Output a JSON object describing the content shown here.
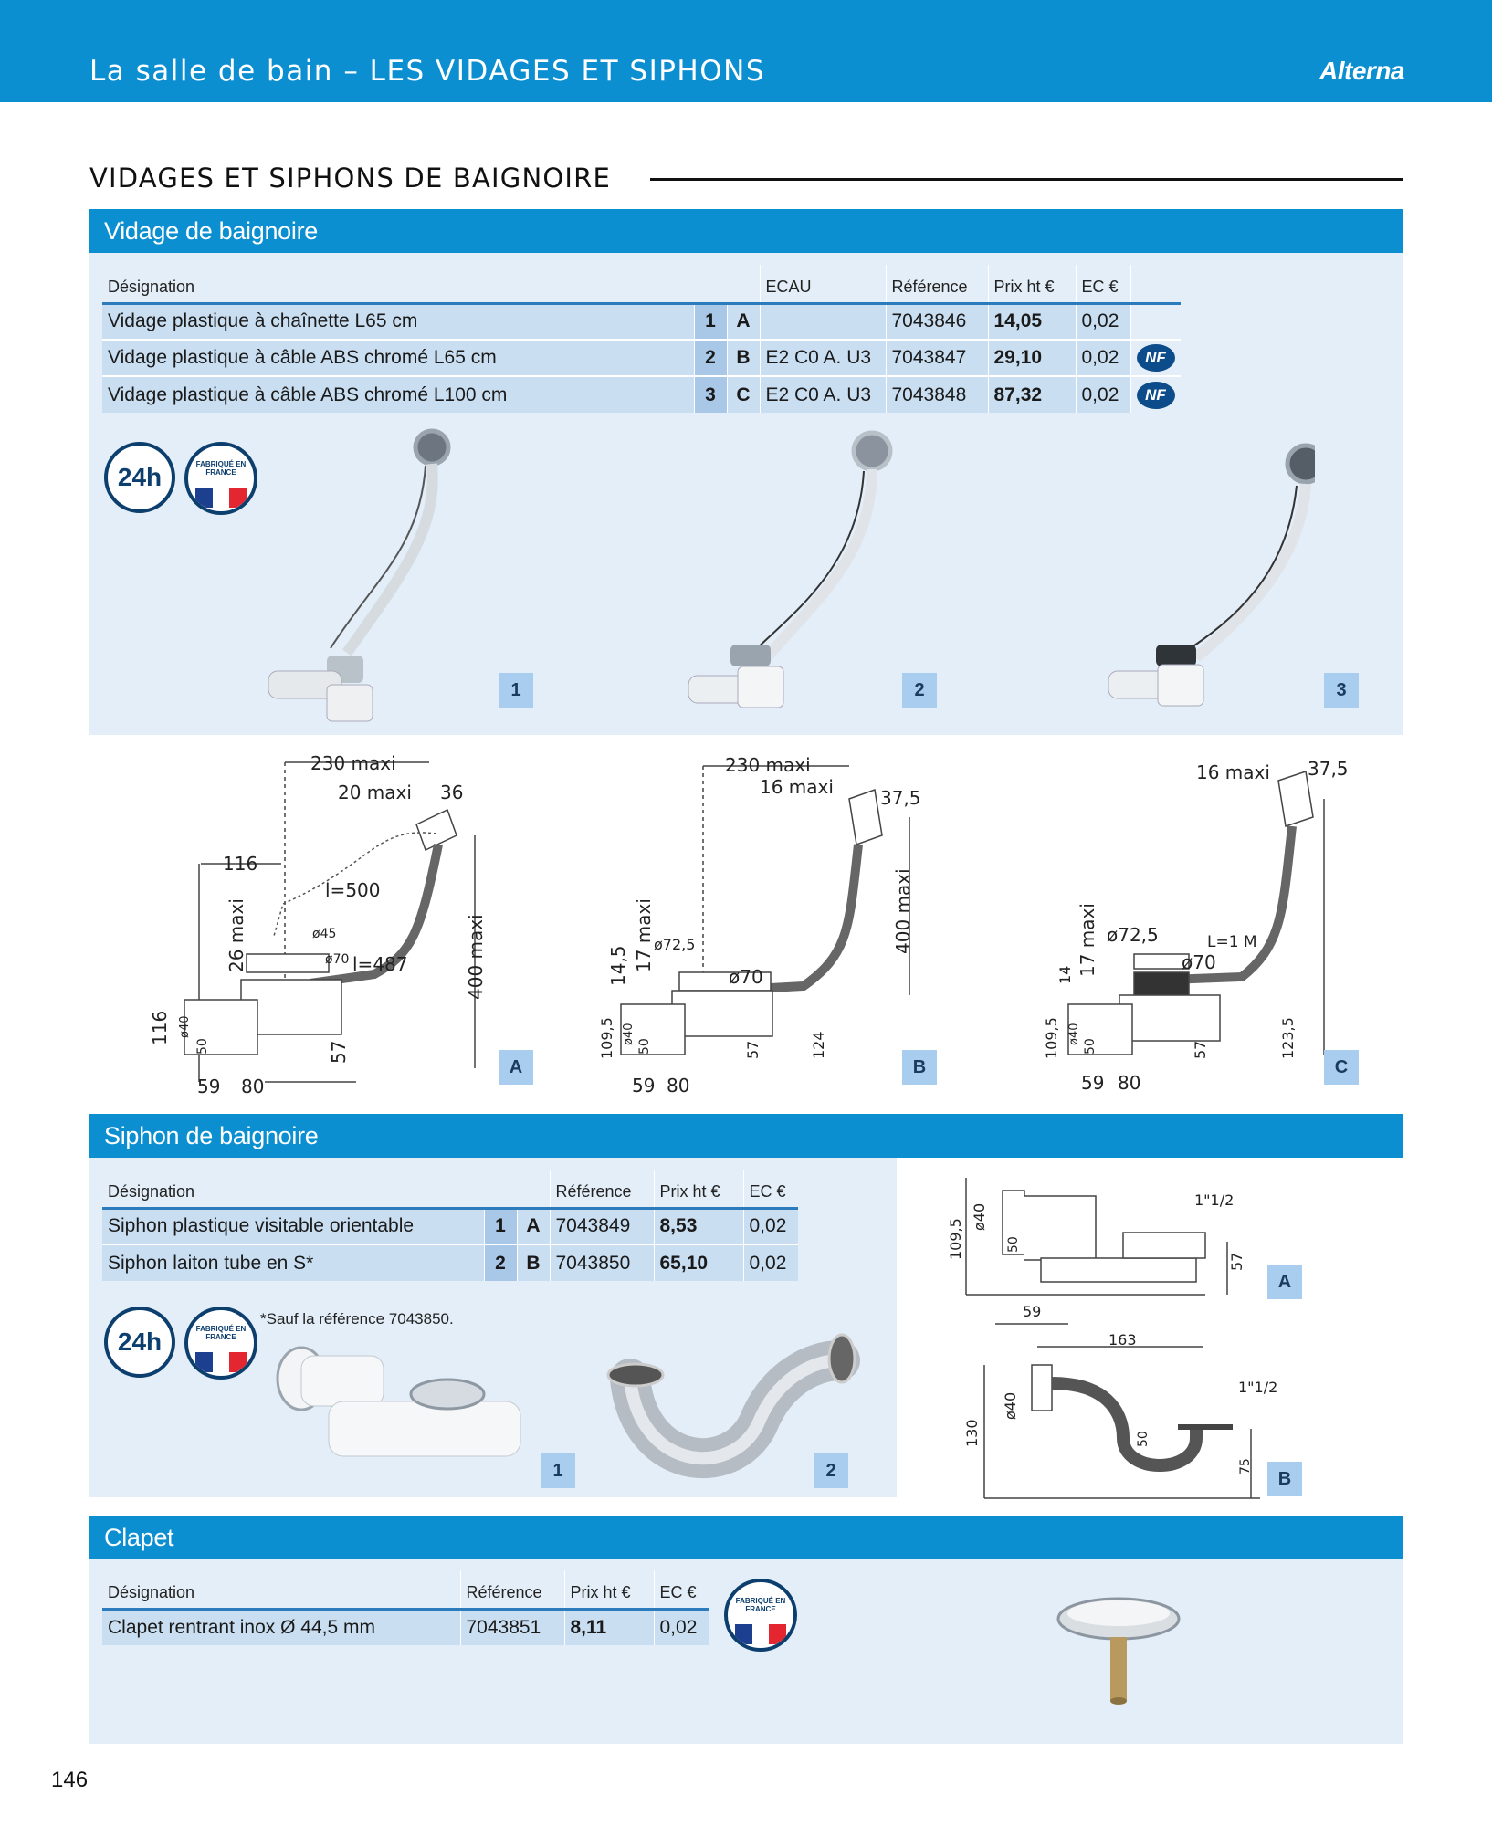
{
  "header": {
    "title": "La salle de bain – LES VIDAGES ET SIPHONS",
    "brand": "Alterna"
  },
  "section_title": "VIDAGES ET SIPHONS DE BAIGNOIRE",
  "vidage": {
    "band": "Vidage de baignoire",
    "headers": {
      "designation": "Désignation",
      "ecau": "ECAU",
      "reference": "Référence",
      "prix": "Prix ht €",
      "ec": "EC €"
    },
    "rows": [
      {
        "designation": "Vidage plastique à chaînette L65 cm",
        "num": "1",
        "letter": "A",
        "ecau": "",
        "reference": "7043846",
        "prix": "14,05",
        "ec": "0,02",
        "nf": ""
      },
      {
        "designation": "Vidage plastique à câble ABS chromé L65 cm",
        "num": "2",
        "letter": "B",
        "ecau": "E2 C0 A. U3",
        "reference": "7043847",
        "prix": "29,10",
        "ec": "0,02",
        "nf": "NF"
      },
      {
        "designation": "Vidage plastique à câble ABS chromé L100 cm",
        "num": "3",
        "letter": "C",
        "ecau": "E2 C0 A. U3",
        "reference": "7043848",
        "prix": "87,32",
        "ec": "0,02",
        "nf": "NF"
      }
    ],
    "badge_24h": "24h",
    "badge_france": "FABRIQUÉ EN FRANCE",
    "photo_tags": [
      "1",
      "2",
      "3"
    ],
    "diagram_tags": [
      "A",
      "B",
      "C"
    ],
    "diagram_a": {
      "d1": "230 maxi",
      "d2": "20 maxi",
      "d3": "36",
      "d4": "116",
      "d5": "l=500",
      "d6": "26 maxi",
      "d7": "ø45",
      "d8": "ø70",
      "d9": "l=487",
      "d10": "400 maxi",
      "d11": "116",
      "d12": "ø40",
      "d13": "50",
      "d14": "57",
      "d15": "59",
      "d16": "80"
    },
    "diagram_b": {
      "d1": "230 maxi",
      "d2": "16 maxi",
      "d3": "37,5",
      "d4": "400 maxi",
      "d5": "17 maxi",
      "d6": "14,5",
      "d7": "ø72,5",
      "d8": "ø70",
      "d9": "109,5",
      "d10": "ø40",
      "d11": "50",
      "d12": "57",
      "d13": "124",
      "d14": "59",
      "d15": "80"
    },
    "diagram_c": {
      "d1": "16 maxi",
      "d2": "37,5",
      "d3": "17 maxi",
      "d4": "14",
      "d5": "ø72,5",
      "d6": "ø70",
      "d7": "L=1 M",
      "d8": "109,5",
      "d9": "ø40",
      "d10": "50",
      "d11": "57",
      "d12": "123,5",
      "d13": "59",
      "d14": "80"
    }
  },
  "siphon": {
    "band": "Siphon de baignoire",
    "headers": {
      "designation": "Désignation",
      "reference": "Référence",
      "prix": "Prix ht €",
      "ec": "EC €"
    },
    "rows": [
      {
        "designation": "Siphon plastique visitable orientable",
        "num": "1",
        "letter": "A",
        "reference": "7043849",
        "prix": "8,53",
        "ec": "0,02"
      },
      {
        "designation": "Siphon laiton tube en S*",
        "num": "2",
        "letter": "B",
        "reference": "7043850",
        "prix": "65,10",
        "ec": "0,02"
      }
    ],
    "note": "*Sauf la référence 7043850.",
    "badge_24h": "24h",
    "badge_france": "FABRIQUÉ EN FRANCE",
    "photo_tags": [
      "1",
      "2"
    ],
    "diagram_tags": [
      "A",
      "B"
    ],
    "diagram_a": {
      "d1": "109,5",
      "d2": "ø40",
      "d3": "50",
      "d4": "1\"1/2",
      "d5": "57",
      "d6": "59"
    },
    "diagram_b": {
      "d1": "163",
      "d2": "1\"1/2",
      "d3": "130",
      "d4": "ø40",
      "d5": "50",
      "d6": "75"
    }
  },
  "clapet": {
    "band": "Clapet",
    "headers": {
      "designation": "Désignation",
      "reference": "Référence",
      "prix": "Prix ht €",
      "ec": "EC €"
    },
    "rows": [
      {
        "designation": "Clapet rentrant inox Ø 44,5 mm",
        "reference": "7043851",
        "prix": "8,11",
        "ec": "0,02"
      }
    ],
    "badge_france": "FABRIQUÉ EN FRANCE"
  },
  "page_number": "146",
  "colors": {
    "brand_blue": "#0c8fd1",
    "panel": "#e3eef8",
    "cell": "#c9def1",
    "dark_navy": "#0d3f6e"
  }
}
